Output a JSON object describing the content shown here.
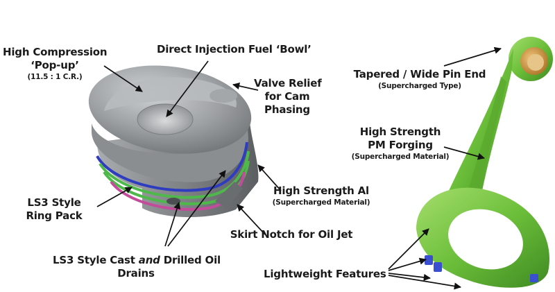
{
  "labels": {
    "pop_up": {
      "line1": "High Compression",
      "line2": "‘Pop-up’",
      "sub": "(11.5 : 1 C.R.)"
    },
    "bowl": {
      "line1": "Direct Injection Fuel ‘Bowl’"
    },
    "valve_relief": {
      "line1": "Valve Relief",
      "line2": "for Cam",
      "line3": "Phasing"
    },
    "ring_pack": {
      "line1": "LS3 Style",
      "line2": "Ring Pack"
    },
    "high_strength_al": {
      "line1": "High Strength Al",
      "sub": "(Supercharged Material)"
    },
    "skirt_notch": {
      "line1": "Skirt Notch for Oil Jet"
    },
    "oil_drains": {
      "line1a": "LS3 Style Cast ",
      "line1b": "and",
      "line1c": " Drilled Oil",
      "line2": "Drains"
    },
    "pin_end": {
      "line1": "Tapered / Wide Pin End",
      "sub": "(Supercharged Type)"
    },
    "pm_forging": {
      "line1": "High Strength",
      "line2": "PM Forging",
      "sub": "(Supercharged Material)"
    },
    "lightweight": {
      "line1": "Lightweight Features"
    }
  },
  "colors": {
    "piston": "#8e9194",
    "rod": "#6cbf3a",
    "ring_blue": "#2e3dbf",
    "ring_green": "#4fb84a",
    "ring_pink": "#c24c9a",
    "bushing": "#d9a24a",
    "bolt": "#3a4fd0",
    "text": "#1a1a1a"
  }
}
